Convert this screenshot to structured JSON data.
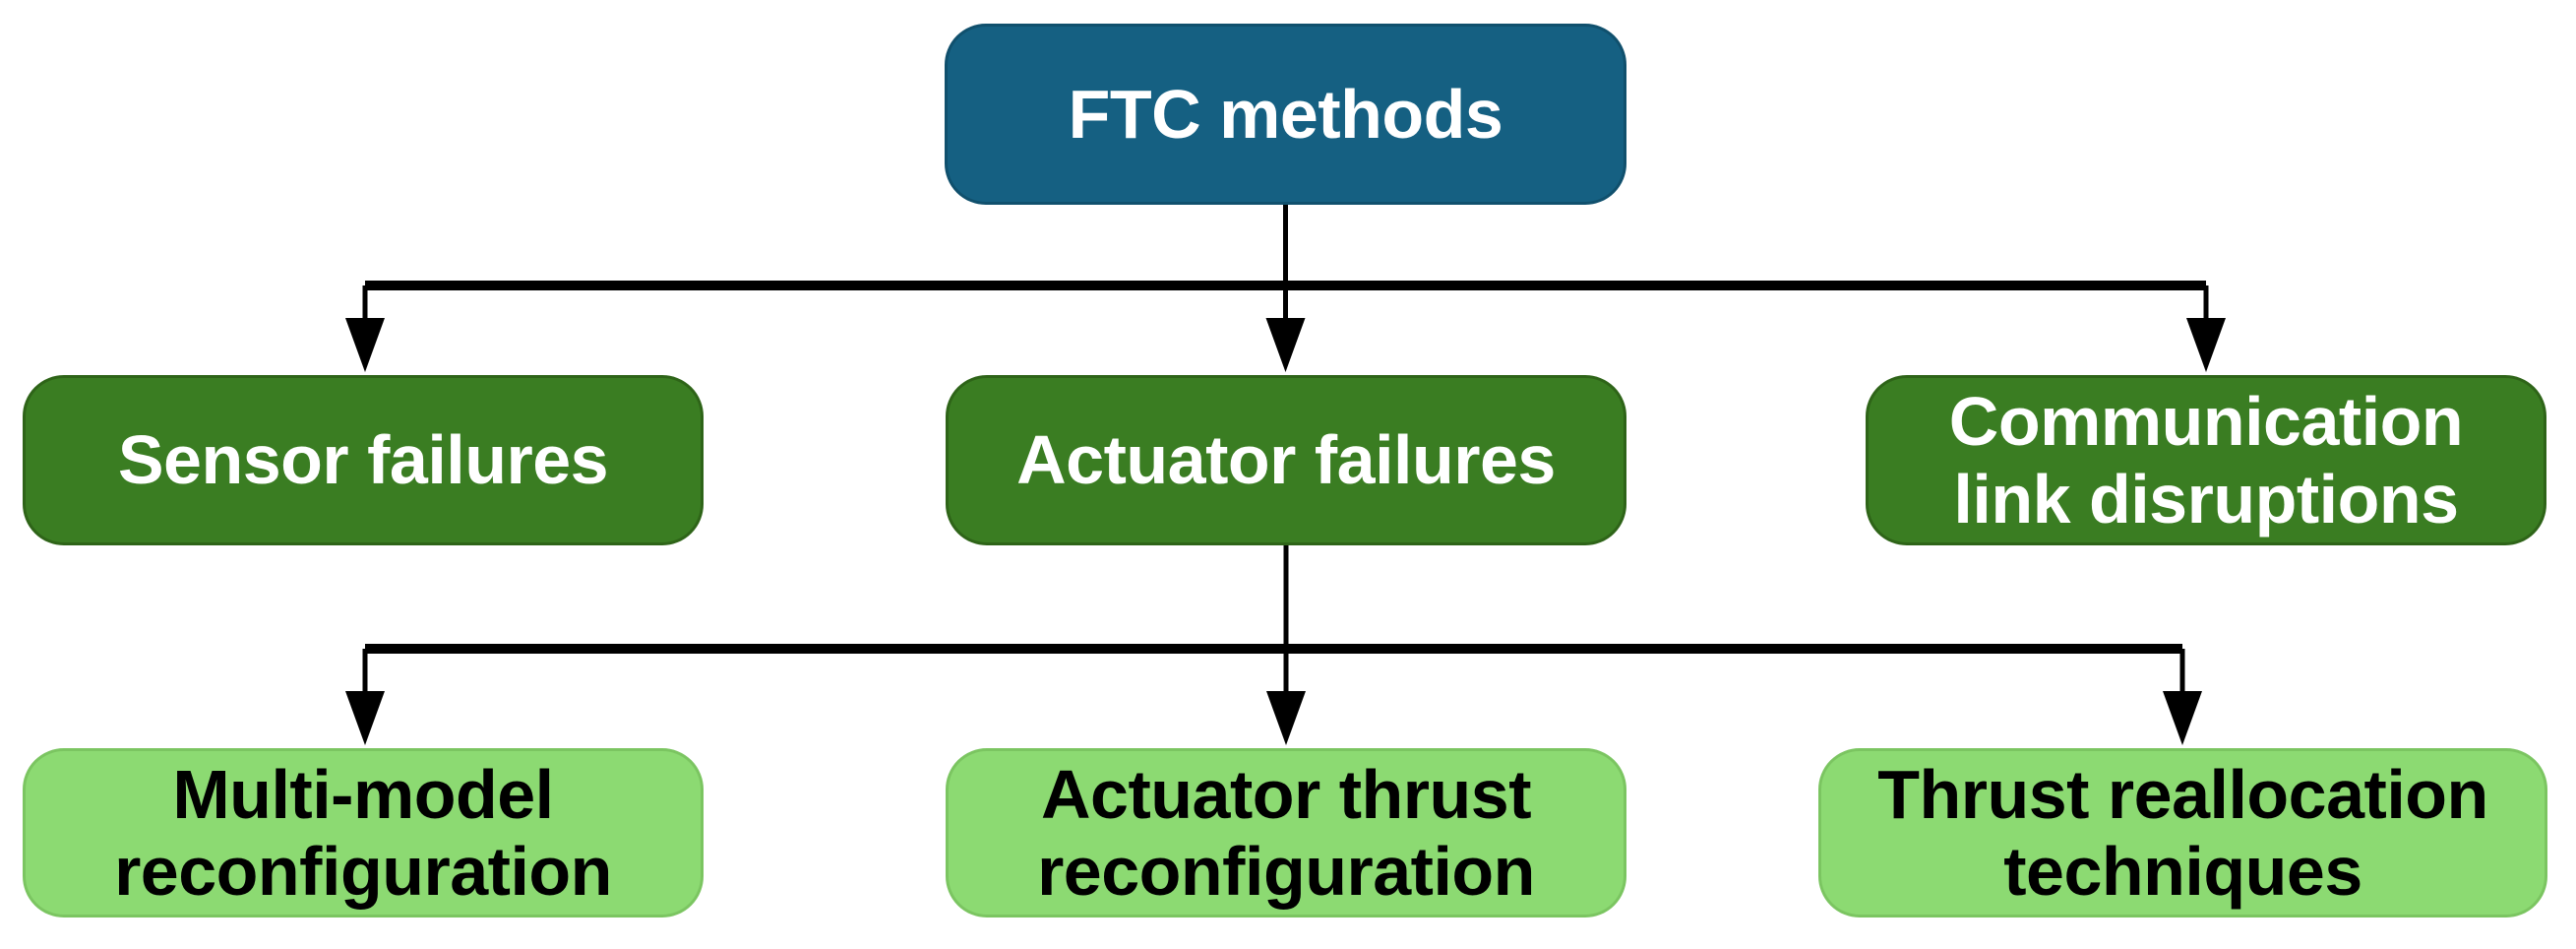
{
  "diagram": {
    "root": {
      "label": "FTC methods"
    },
    "failure_types": [
      {
        "label": "Sensor failures"
      },
      {
        "label": "Actuator failures"
      },
      {
        "label": "Communication link disruptions"
      }
    ],
    "reconfiguration_methods": [
      {
        "label": "Multi-model reconfiguration"
      },
      {
        "label": "Actuator thrust reconfiguration"
      },
      {
        "label": "Thrust reallocation techniques"
      }
    ],
    "edges": [
      {
        "from": "FTC methods",
        "to": "Sensor failures"
      },
      {
        "from": "FTC methods",
        "to": "Actuator failures"
      },
      {
        "from": "FTC methods",
        "to": "Communication link disruptions"
      },
      {
        "from": "Actuator failures",
        "to": "Multi-model reconfiguration"
      },
      {
        "from": "Actuator failures",
        "to": "Actuator thrust reconfiguration"
      },
      {
        "from": "Actuator failures",
        "to": "Thrust reallocation techniques"
      }
    ],
    "colors": {
      "root_fill": "#156082",
      "failure_fill": "#3A7D22",
      "method_fill": "#8CDA72",
      "text_on_dark": "#FFFFFF",
      "text_on_light": "#000000",
      "connector": "#000000",
      "background": "#FFFFFF"
    }
  }
}
